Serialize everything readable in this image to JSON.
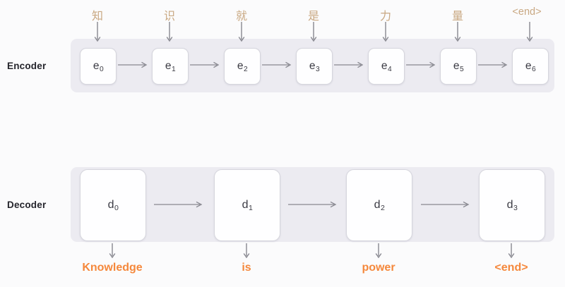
{
  "diagram": {
    "title": "Encoder-Decoder sequence-to-sequence diagram",
    "background_color": "#fbfbfc",
    "band_color": "#ecebf1",
    "input_token_color": "#c9a882",
    "output_token_color": "#f5883c",
    "cell_border_color": "#d6d6dd",
    "arrow_color": "#888890"
  },
  "encoder": {
    "label": "Encoder",
    "cells": [
      {
        "id": "e0",
        "base": "e",
        "sub": "0"
      },
      {
        "id": "e1",
        "base": "e",
        "sub": "1"
      },
      {
        "id": "e2",
        "base": "e",
        "sub": "2"
      },
      {
        "id": "e3",
        "base": "e",
        "sub": "3"
      },
      {
        "id": "e4",
        "base": "e",
        "sub": "4"
      },
      {
        "id": "e5",
        "base": "e",
        "sub": "5"
      },
      {
        "id": "e6",
        "base": "e",
        "sub": "6"
      }
    ],
    "inputs": [
      {
        "text": "知"
      },
      {
        "text": "识"
      },
      {
        "text": "就"
      },
      {
        "text": "是"
      },
      {
        "text": "力"
      },
      {
        "text": "量"
      },
      {
        "text": "<end>"
      }
    ]
  },
  "decoder": {
    "label": "Decoder",
    "cells": [
      {
        "id": "d0",
        "base": "d",
        "sub": "0"
      },
      {
        "id": "d1",
        "base": "d",
        "sub": "1"
      },
      {
        "id": "d2",
        "base": "d",
        "sub": "2"
      },
      {
        "id": "d3",
        "base": "d",
        "sub": "3"
      }
    ],
    "outputs": [
      {
        "text": "Knowledge"
      },
      {
        "text": "is"
      },
      {
        "text": "power"
      },
      {
        "text": "<end>"
      }
    ]
  }
}
